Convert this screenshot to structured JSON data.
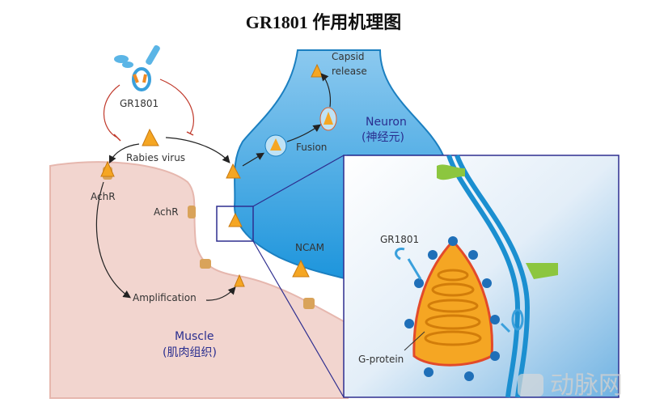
{
  "title": "GR1801 作用机理图",
  "labels": {
    "antibody": "GR1801",
    "rabies_virus": "Rabies virus",
    "achr_left": "AchR",
    "achr_mid": "AchR",
    "amplification": "Amplification",
    "muscle": "Muscle",
    "muscle_cn": "(肌肉组织)",
    "fusion": "Fusion",
    "capsid_line1": "Capsid",
    "capsid_line2": "release",
    "neuron": "Neuron",
    "neuron_cn": "(神经元)",
    "ncam": "NCAM",
    "inset_antibody": "GR1801",
    "g_protein": "G-protein"
  },
  "watermark": "动脉网",
  "colors": {
    "muscle": "#f2d5cf",
    "neuron": "#2d9fdc",
    "label_blue": "#2a2e8f",
    "virus": "#f5a623",
    "inhibit": "#c0392b"
  }
}
